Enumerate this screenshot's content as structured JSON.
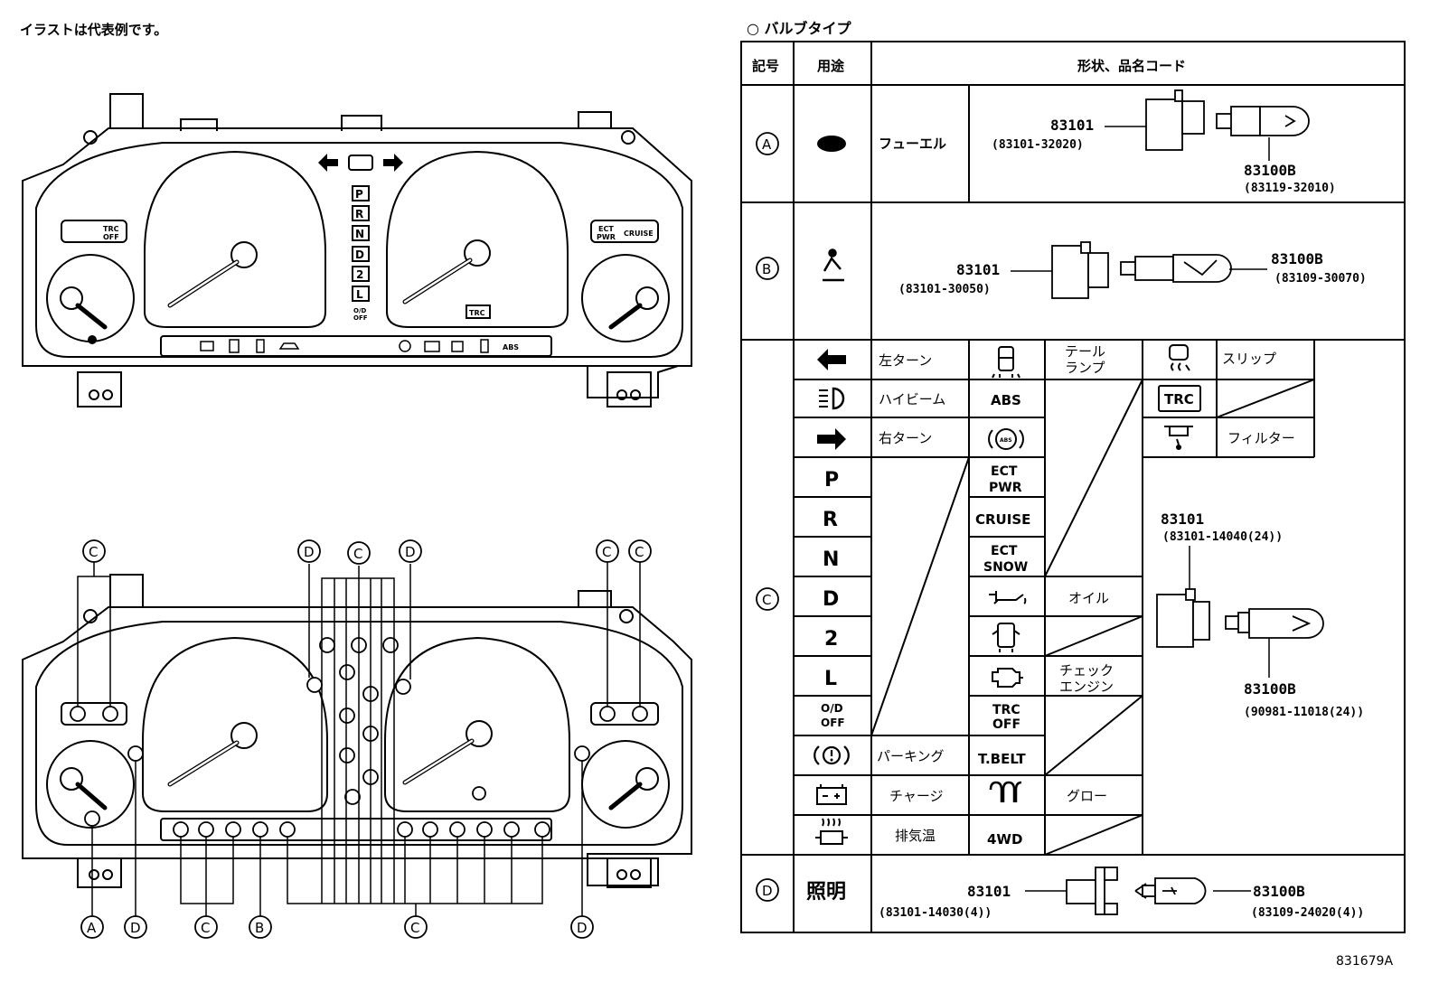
{
  "note": "イラストは代表例です。",
  "fig_title": "バルブタイプ",
  "diagram_code": "831679A",
  "table": {
    "headers": {
      "symbol": "記号",
      "usage": "用途",
      "shape": "形状、品名コード"
    },
    "row_a": {
      "symbol": "A",
      "usage": "フューエル",
      "socket": "83101",
      "socket_code": "(83101-32020)",
      "bulb": "83100B",
      "bulb_code": "(83119-32010)"
    },
    "row_b": {
      "symbol": "B",
      "socket": "83101",
      "socket_code": "(83101-30050)",
      "bulb": "83100B",
      "bulb_code": "(83109-30070)"
    },
    "row_c": {
      "symbol": "C",
      "socket": "83101",
      "socket_code": "(83101-14040(24))",
      "bulb": "83100B",
      "bulb_code": "(90981-11018(24))",
      "col1": [
        "左ターン",
        "ハイビーム",
        "右ターン",
        "パーキング",
        "チャージ",
        "排気温"
      ],
      "gear": [
        "P",
        "R",
        "N",
        "D",
        "2",
        "L",
        "O/D",
        "OFF"
      ],
      "col2": [
        "ABS",
        "ECT",
        "PWR",
        "CRUISE",
        "ECT",
        "SNOW",
        "TRC",
        "OFF",
        "T.BELT",
        "4WD"
      ],
      "col3": [
        "テール",
        "ランプ",
        "オイル",
        "チェック",
        "エンジン",
        "グロー"
      ],
      "col4": [
        "スリップ",
        "TRC",
        "フィルター"
      ]
    },
    "row_d": {
      "symbol": "D",
      "usage": "照明",
      "socket": "83101",
      "socket_code": "(83101-14030(4))",
      "bulb": "83100B",
      "bulb_code": "(83109-24020(4))"
    }
  },
  "upper_panel": {
    "trc_off": [
      "TRC",
      "OFF"
    ],
    "ect_pwr": [
      "ECT",
      "PWR"
    ],
    "cruise": "CRUISE",
    "gear": [
      "P",
      "R",
      "N",
      "D",
      "2",
      "L"
    ],
    "od_off": [
      "O/D",
      "OFF"
    ],
    "trc": "TRC",
    "abs": "ABS"
  },
  "callouts": {
    "a": "A",
    "b": "B",
    "c": "C",
    "d": "D"
  }
}
